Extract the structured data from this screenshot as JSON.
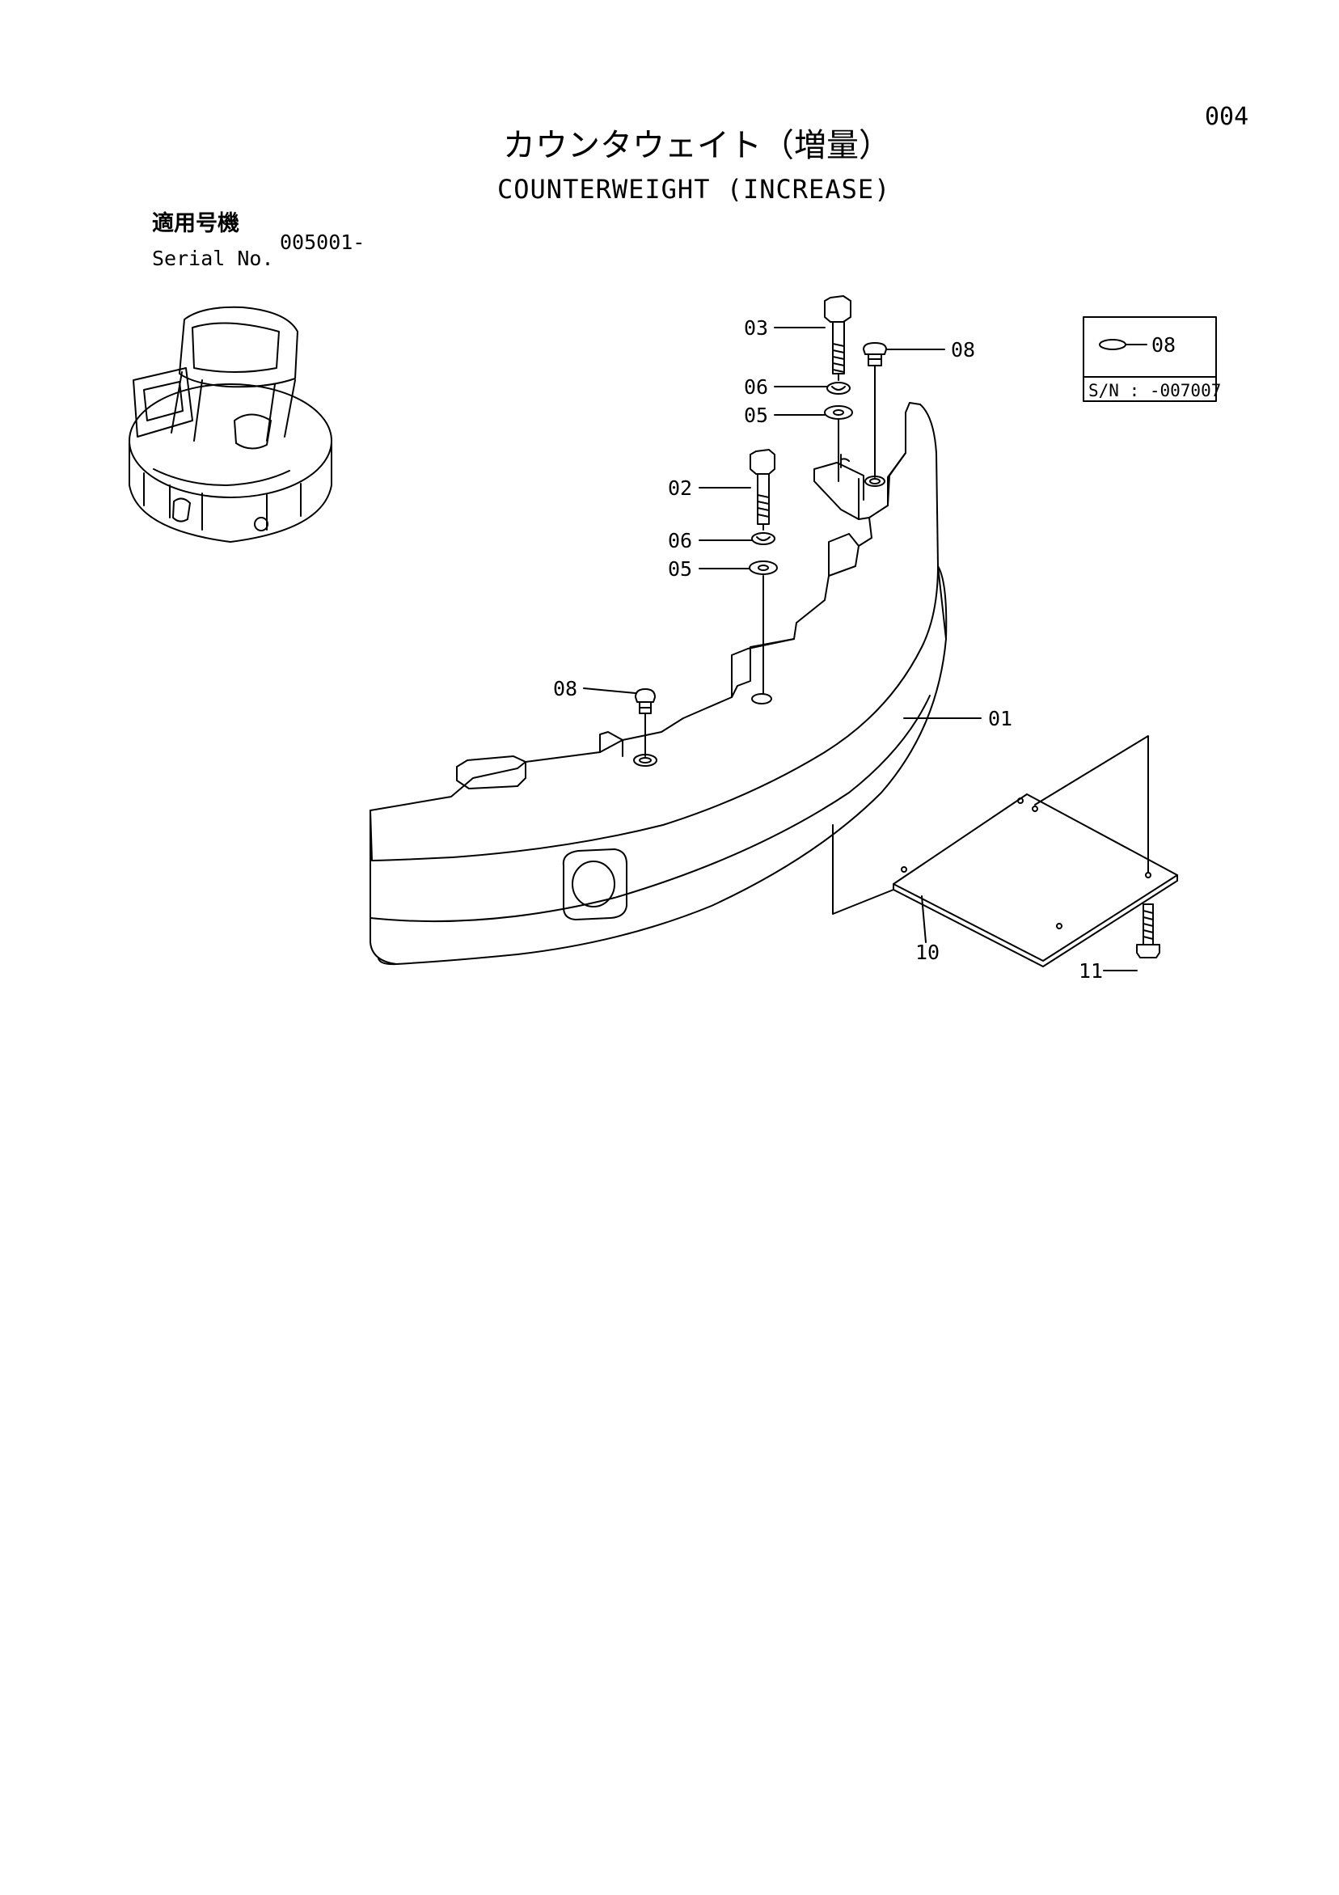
{
  "header": {
    "page_number": "004",
    "title_jp": "カウンタウェイト（増量）",
    "title_en": "COUNTERWEIGHT (INCREASE)"
  },
  "serial": {
    "label_jp": "適用号機",
    "label_en": "Serial No.",
    "value": "005001-"
  },
  "inset": {
    "part": "08",
    "serial_note": "S/N : -007007"
  },
  "callouts": {
    "c01": "01",
    "c02": "02",
    "c03": "03",
    "c05a": "05",
    "c05b": "05",
    "c06a": "06",
    "c06b": "06",
    "c08a": "08",
    "c08b": "08",
    "c10": "10",
    "c11": "11"
  }
}
